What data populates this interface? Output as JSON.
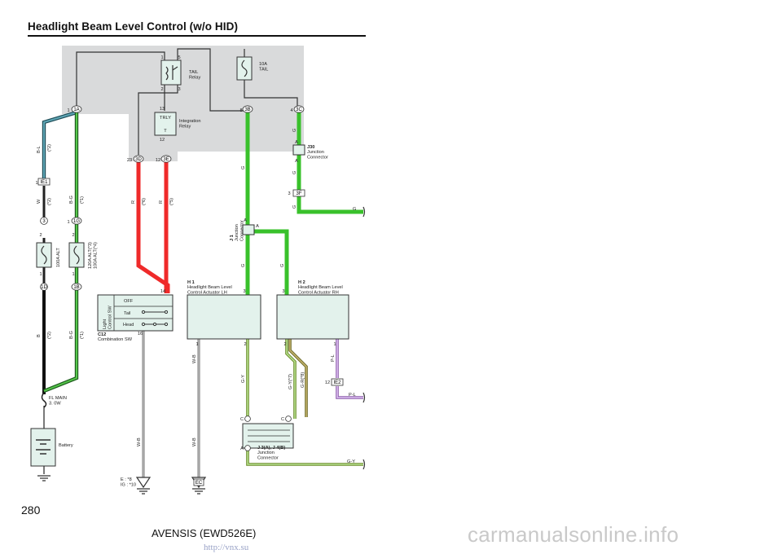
{
  "header": {
    "title": "Headlight Beam Level Control (w/o HID)"
  },
  "footer": {
    "page_number": "280",
    "model": "AVENSIS (EWD526E)",
    "watermark_url": "http://vnx.su",
    "watermark": "carmanualsonline.info"
  },
  "components": {
    "tail_relay": "TAIL\nRelay",
    "tail_fuse": "10A\nTAIL",
    "integration_relay": "Integration\nRelay",
    "trly": "TRLY",
    "trly_t": "T",
    "fuse_alt": "100A ALT",
    "fuse_alt2": "120A ALT(*3)\n100A ALT(*4)",
    "fl_main": "FL MAIN\n3. 0W",
    "battery": "Battery",
    "c12_id": "C12",
    "c12_name": "Combination SW",
    "light_sw": "Light\nControl SW",
    "sw_off": "OFF",
    "sw_tail": "Tail",
    "sw_head": "Head",
    "h1_id": "H 1",
    "h1_name": "Headlight Beam Level\nControl Actuator LH",
    "h2_id": "H 2",
    "h2_name": "Headlight Beam Level\nControl Actuator RH",
    "j30_id": "J30",
    "j30_name": "Junction\nConnector",
    "j1_id": "J 1",
    "j1_name": "Junction\nConnector",
    "j3_id": "J 3(A), J 4(B)",
    "j3_name": "Junction\nConnector",
    "ground_note": "E : *8\nIG : *10"
  },
  "connectors": {
    "c_1a": "1A",
    "c_1g": "1G",
    "c_3": "3",
    "c_1d": "1D",
    "c_1b": "1B",
    "c_3b": "3B",
    "c_3c": "3C",
    "c_3d": "3D",
    "c_3e": "3E",
    "c_3f": "3F",
    "c_ie1": "IE1",
    "c_ie2": "IE2",
    "c_ec": "EC"
  },
  "pins": {
    "p_relay_1": "1",
    "p_relay_5": "5",
    "p_relay_2": "2",
    "p_relay_3": "3",
    "p_13": "13",
    "p_12a": "12",
    "p_23": "23",
    "p_12b": "12",
    "p_8": "8",
    "p_4": "4",
    "p_1a": "1",
    "p_1b": "1",
    "p_2a": "2",
    "p_2b": "2",
    "p_3j": "3",
    "p_1c": "1",
    "p_1d": "1",
    "p_14": "14",
    "p_16": "16",
    "p_h1_3": "3",
    "p_h1_1": "1",
    "p_h1_2": "2",
    "p_h2_3": "3",
    "p_h2_2": "2",
    "p_h2_1": "1",
    "p_12c": "12",
    "p_a1": "A",
    "p_a2": "A",
    "p_a3": "A",
    "p_a4": "A",
    "p_c1": "C",
    "p_c2": "C",
    "p_a5": "A",
    "p_1e": "1"
  },
  "wire_labels": {
    "w_bl": "B-L",
    "w_bl_n": "(*2)",
    "w_w": "W",
    "w_w_n": "(*2)",
    "w_bg": "B-G",
    "w_bg_n": "(*1)",
    "w_b": "B",
    "w_b_n": "(*2)",
    "w_bg2": "B-G",
    "w_bg2_n": "(*1)",
    "w_r1": "R",
    "w_r1_n": "(*6)",
    "w_r2": "R",
    "w_r2_n": "(*5)",
    "w_g": "G",
    "w_wb1": "W-B",
    "w_wb2": "W-B",
    "w_wb3": "W-B",
    "w_gy": "G-Y",
    "w_gy2": "G-Y(*7)",
    "w_gr": "G-R(*8)",
    "w_pl": "P-L",
    "w_pl2": "P-L",
    "w_gy3": "G-Y"
  },
  "colors": {
    "green": "#39c12b",
    "red": "#ef2a2a",
    "blue_green": "#2d6b7c",
    "green_outline": "#2c7d2a",
    "violet": "#c690e8",
    "olive": "#8a8a3c",
    "shade": "#d9dadb",
    "component_fill": "#e3f2ec"
  }
}
